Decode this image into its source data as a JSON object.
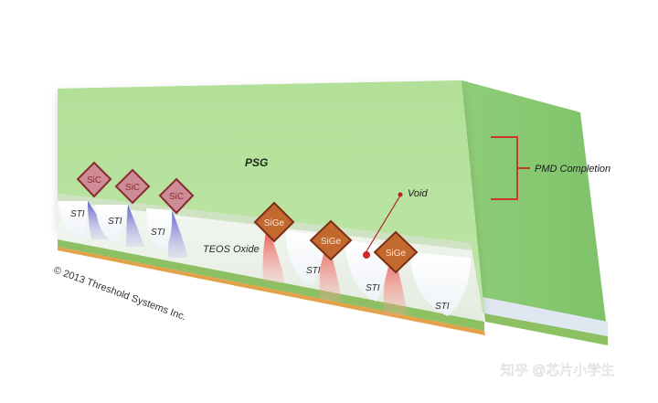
{
  "labels": {
    "psg": "PSG",
    "pmd_completion": "PMD Completion",
    "void": "Void",
    "teos_oxide": "TEOS Oxide",
    "sti": [
      "STI",
      "STI",
      "STI",
      "STI",
      "STI",
      "STI"
    ],
    "sic": [
      "SiC",
      "SiC",
      "SiC"
    ],
    "sige": [
      "SiGe",
      "SiGe",
      "SiGe"
    ]
  },
  "copyright": "© 2013 Threshold Systems Inc.",
  "watermark": "知乎 @芯片小学生",
  "colors": {
    "psg_front": "#b7e29b",
    "psg_top": "#9fd688",
    "psg_side": "#86c86f",
    "teos": "#ffffff",
    "sic_diamond": "#ce8d96",
    "sige_diamond": "#c3682f",
    "n_well_glow": "#6a66cf",
    "p_well_glow": "#ec4e46",
    "bracket": "#c93a2a"
  }
}
